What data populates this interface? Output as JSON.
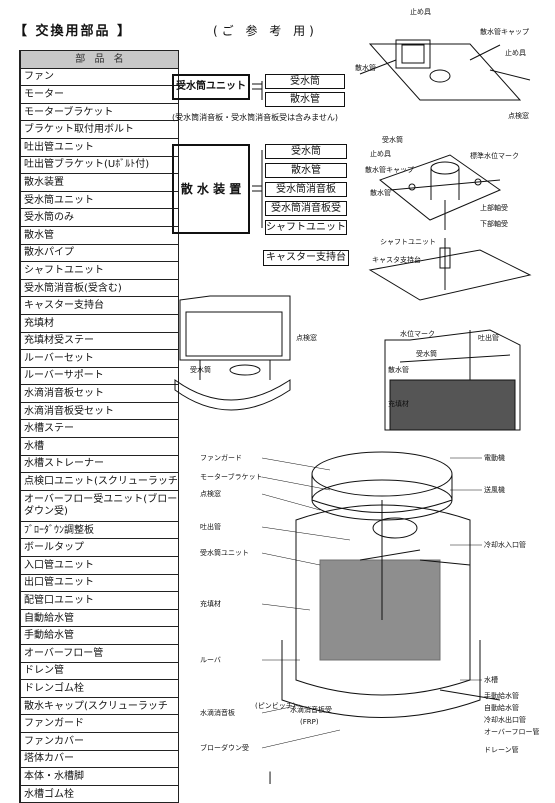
{
  "header": {
    "title": "【 交換用部品 】",
    "reference": "(ご 参 考 用)"
  },
  "parts_table": {
    "header": "部 品 名",
    "rows": [
      "ファン",
      "モーター",
      "モーターブラケット",
      "ブラケット取付用ボルト",
      "吐出管ユニット",
      "吐出管ブラケット(Uﾎﾞﾙﾄ付)",
      "散水装置",
      "受水筒ユニット",
      "受水筒のみ",
      "散水管",
      "散水パイプ",
      "シャフトユニット",
      "受水筒消音板(受含む)",
      "キャスター支持台",
      "充填材",
      "充填材受ステー",
      "ルーバーセット",
      "ルーバーサポート",
      "水滴消音板セット",
      "水滴消音板受セット",
      "水槽ステー",
      "水槽",
      "水槽ストレーナー",
      "点検口ユニット(スクリューラッチ",
      "オーバーフロー受ユニット(ブローダウン受)",
      "ﾌﾞﾛｰﾀﾞｳﾝ調整板",
      "ボールタップ",
      "入口管ユニット",
      "出口管ユニット",
      "配管口ユニット",
      "自動給水管",
      "手動給水管",
      "オーバーフロー管",
      "ドレン管",
      "ドレンゴム栓",
      "散水キャップ(スクリューラッチ",
      "ファンガード",
      "ファンカバー",
      "塔体カバー",
      "本体・水槽脚",
      "水槽ゴム栓"
    ]
  },
  "unit_boxes": {
    "receiver_unit": "受水筒ユニット",
    "receiver_items": [
      "受水筒",
      "散水管"
    ],
    "receiver_note": "(受水筒消音板・受水筒消音板受は含みません)",
    "sprinkler": "散 水 装 置",
    "sprinkler_items": [
      "受水筒",
      "散水管",
      "受水筒消音板",
      "受水筒消音板受",
      "シャフトユニット"
    ],
    "caster": "キャスター支持台"
  },
  "diagram_labels": {
    "top_right": [
      "止め具",
      "散水管キャップ",
      "止め具",
      "散水管",
      "点検窓"
    ],
    "mid_right": [
      "受水筒",
      "止め具",
      "散水管キャップ",
      "標準水位マーク",
      "散水管",
      "上部軸受",
      "下部軸受"
    ],
    "shaft": [
      "シャフトユニット",
      "キャスタ支持台"
    ],
    "small_tank": [
      "点検窓",
      "受水筒"
    ],
    "cutaway_small": [
      "水位マーク",
      "吐出管",
      "受水筒",
      "散水管",
      "充填材"
    ],
    "main_left": [
      "ファンガード",
      "モーターブラケット",
      "点検窓",
      "吐出管",
      "受水筒ユニット",
      "充填材",
      "ルーバ",
      "水滴消音板",
      "ブローダウン受"
    ],
    "main_right": [
      "電動機",
      "送風機",
      "冷却水入口管",
      "水槽",
      "手動給水管",
      "自動給水管",
      "冷却水出口管",
      "オーバーフロー管",
      "ドレーン管"
    ],
    "main_misc": [
      "(ピンビッチ)",
      "水滴消音板受",
      "(FRP)"
    ]
  },
  "footer": {
    "page_mark": "|"
  }
}
